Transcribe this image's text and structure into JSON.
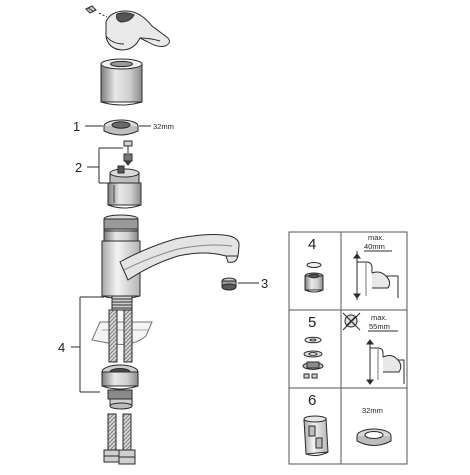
{
  "callouts": {
    "one": "1",
    "two": "2",
    "three": "3",
    "four": "4"
  },
  "dimension_32mm": "32mm",
  "panels": {
    "p4": {
      "number": "4",
      "max_label": "max.",
      "max_value": "40mm"
    },
    "p5": {
      "number": "5",
      "max_label": "max.",
      "max_value": "55mm"
    },
    "p6": {
      "number": "6",
      "size_label": "32mm"
    }
  },
  "colors": {
    "line": "#2b2b2b",
    "shade_light": "#e6e6e6",
    "shade_mid": "#bdbdbd",
    "shade_dark": "#7a7a7a",
    "panel_border": "#555555"
  }
}
